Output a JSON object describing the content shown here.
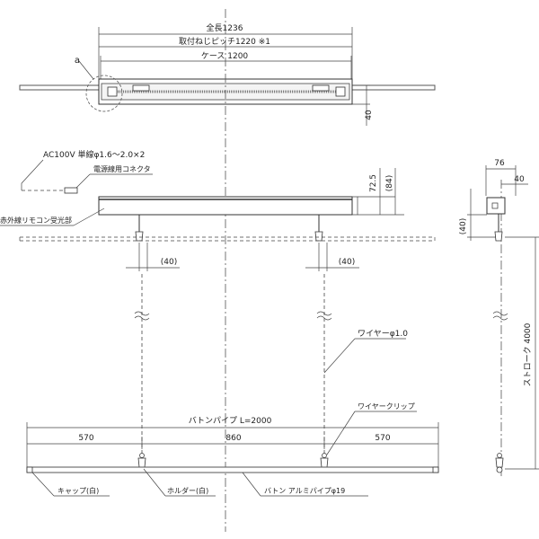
{
  "top_view": {
    "overall_length": "全長1236",
    "screw_pitch": "取付ねじピッチ1220 ※1",
    "case_length": "ケース 1200",
    "detail_mark": "a",
    "height": "40"
  },
  "front_view": {
    "power_line": "AC100V 単線φ1.6～2.0×2",
    "connector": "電源線用コネクタ",
    "ir_receiver": "赤外線リモコン受光部",
    "height_inner": "72.5",
    "height_outer": "(84)",
    "offset_left": "(40)",
    "offset_right": "(40)",
    "wire": "ワイヤーφ1.0",
    "wire_clip": "ワイヤークリップ",
    "baton_pipe_length": "バトンパイプ L=2000",
    "span_left": "570",
    "span_center": "860",
    "span_right": "570",
    "cap": "キャップ(白)",
    "holder": "ホルダー(白)",
    "baton": "バトン アルミパイプφ19"
  },
  "side_view": {
    "width": "76",
    "offset": "40",
    "drop": "(40)",
    "stroke": "ストローク 4000"
  }
}
